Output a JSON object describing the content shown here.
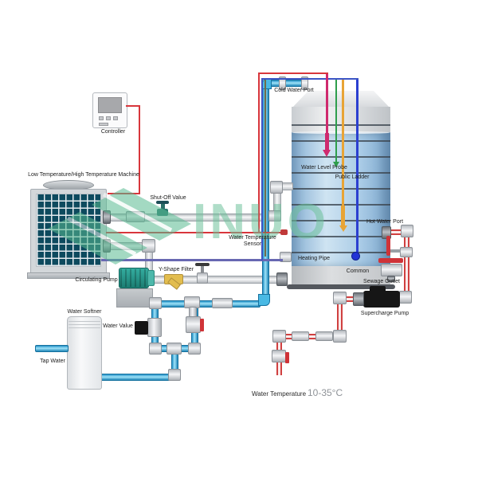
{
  "watermark": {
    "text": "INUO",
    "color": "#58bb92"
  },
  "labels": {
    "controller": "Controller",
    "machine": "Low Temperature/High Temperature Machine",
    "shut_off_valve": "Shut-Off Value",
    "circulating_pump": "Circulating Pump",
    "y_shape_filter": "Y-Shape Filter",
    "water_softner": "Water Softner",
    "tap_water": "Tap Water",
    "water_value": "Water Value",
    "water_temp_sensor_line1": "Water Temperature",
    "water_temp_sensor_line2": "Sensor",
    "cold_water_port": "Cold Water Port",
    "water_level_probe": "Water Level Probe",
    "public_ladder": "Public Ladder",
    "heating_pipe": "Heating Pipe",
    "common": "Common",
    "hot_water_port": "Hot Water Port",
    "sewage_outlet": "Sewage Outlet",
    "supercharge_pump": "Supercharge Pump",
    "water_temp_note": "Water Temperature",
    "water_temp_value": "10-35°C"
  },
  "colors": {
    "cold_water_pipe": "#35aede",
    "hot_water_line": "#d04040",
    "controller_wire": "#d8363c",
    "heating_wire": "#6868b2",
    "probe_water_level": "#cf2a6e",
    "probe_green": "#2e9e4c",
    "probe_orange": "#e8a436",
    "probe_common": "#2b3fd0",
    "tank_water": "#a9cbe6",
    "machine_coil": "#0d4a5e",
    "pump_teal": "#2a9d8f",
    "watermark_green": "#58bb92"
  }
}
